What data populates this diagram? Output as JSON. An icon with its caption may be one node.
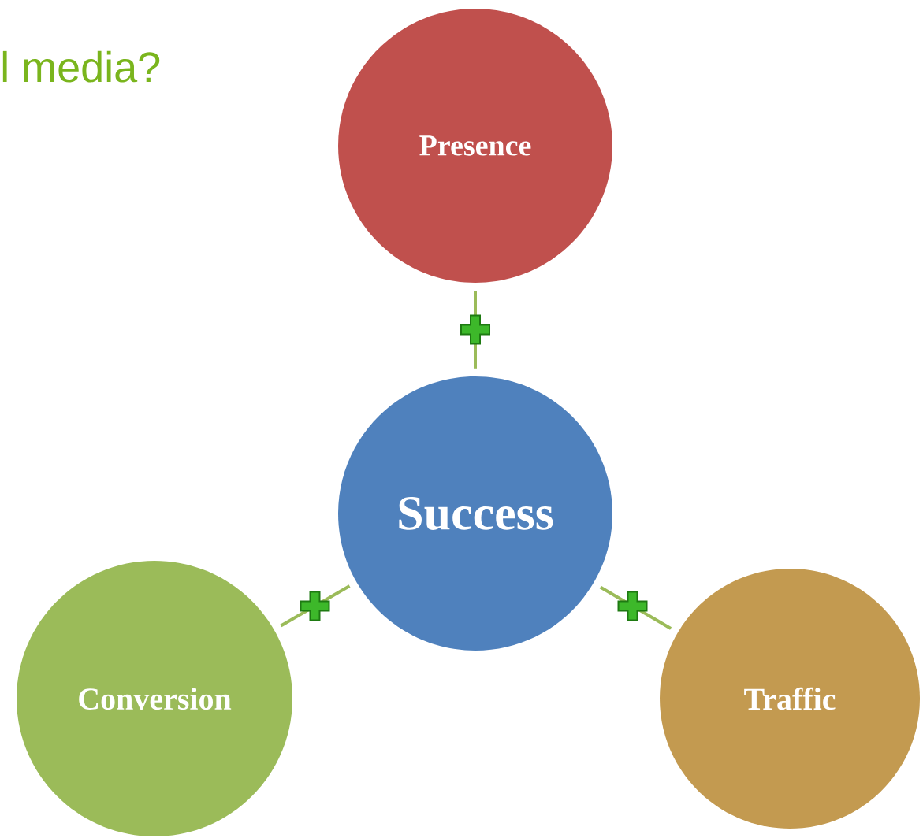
{
  "diagram": {
    "title": "l media?",
    "nodes": [
      {
        "text": [
          "Presence"
        ]
      },
      {
        "text": [
          "Success"
        ]
      },
      {
        "text": [
          "Conversion"
        ]
      },
      {
        "text": [
          "Traffic"
        ]
      }
    ],
    "edges": [
      {
        "from": 1,
        "to": 0,
        "arrow": "none"
      },
      {
        "from": 1,
        "to": 2,
        "arrow": "none"
      },
      {
        "from": 1,
        "to": 3,
        "arrow": "none"
      }
    ]
  }
}
